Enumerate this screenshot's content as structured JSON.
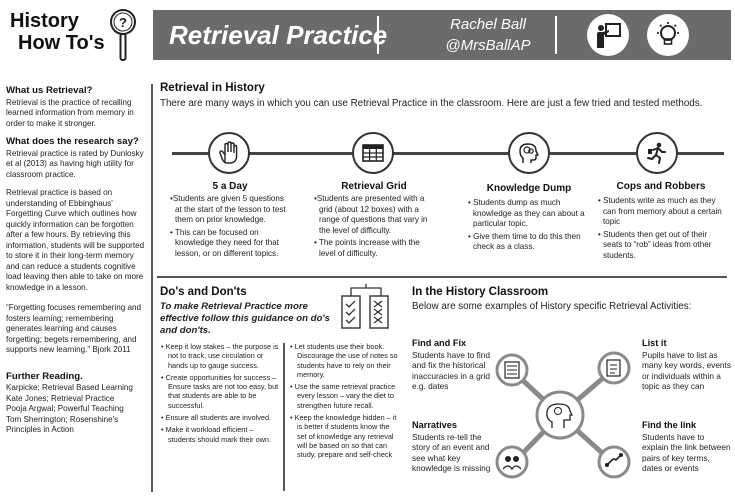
{
  "header": {
    "brand_line1": "History",
    "brand_line2": "How To's",
    "title": "Retrieval Practice",
    "author": "Rachel Ball",
    "handle": "@MrsBallAP"
  },
  "sidebar": {
    "sections": [
      {
        "heading": "What us Retrieval?",
        "body": "Retrieval is the practice of recalling learned information from memory in order to make it stronger."
      },
      {
        "heading": "What does the research say?",
        "body": "Retrieval practice is rated by Dunlosky et al (2013) as having high utility for classroom practice."
      },
      {
        "heading": "",
        "body": "Retrieval practice is based on understanding  of Ebbinghaus' Forgetting Curve which outlines how quickly information  can be forgotten after a few hours. By retrieving this information,  students will be supported to store it in their long-term memory and can reduce a students cognitive load leaving then able to take on more knowledge in a lesson."
      },
      {
        "heading": "",
        "body": "“Forgetting focuses remembering and fosters  learning; remembering generates learning and causes forgetting; begets remembering, and supports new learning.” Bjork 2011"
      }
    ],
    "reading_heading": "Further Reading",
    "reading": [
      "Karpicke; Retrieval Based Learning",
      "Kate Jones; Retrieval Practice",
      "Pooja Argwal; Powerful Teaching",
      "Tom Sherrington;  Rosenshine's Principles in Action"
    ]
  },
  "history": {
    "heading": "Retrieval in History",
    "intro": "There are many ways in which you can use Retrieval Practice in the classroom. Here are just a few tried and tested methods.",
    "methods": [
      {
        "title": "5 a Day",
        "icon": "hand-icon",
        "points": [
          "•Students are given 5 questions at the start of the lesson to test them on prior knowledge.",
          "• This can be focused on knowledge they need for that lesson, or on different topics."
        ]
      },
      {
        "title": "Retrieval Grid",
        "icon": "grid-icon",
        "points": [
          "•Students are presented with a grid (about 12 boxes) with a range of questions that vary in the level of difficulty.",
          "• The points increase with the level of difficulty."
        ]
      },
      {
        "title": "Knowledge Dump",
        "icon": "brain-head-icon",
        "points": [
          "• Students dump as much knowledge as they can about a particular topic.",
          "• Give them time to do this then check as a class."
        ]
      },
      {
        "title": "Cops and Robbers",
        "icon": "running-robber-icon",
        "points": [
          "• Students write as much as they can from memory about a certain topic",
          "• Students then get out of their seats to “rob” ideas from other students."
        ]
      }
    ]
  },
  "dos": {
    "heading": "Do's and Don'ts",
    "subtitle": "To make Retrieval Practice more effective follow this guidance on do's and don'ts.",
    "left": [
      "•  Keep it low stakes – the purpose is not to track, use circulation or hands up to gauge success.",
      "• Create opportunities for success – Ensure tasks are not too easy, but that students are able to be successful.",
      "•  Ensure all students are involved.",
      "•  Make it workload efficient – students should mark their own."
    ],
    "right": [
      "•  Let students use their book. Discourage the use of notes so students have to rely on their memory.",
      "•  Use the same retrieval practice every lesson – vary the diet to strengthen future recall.",
      "•  Keep the knowledge hidden – it is better if students know the set of knowledge any retrieval will be based on so that can study, prepare and self-check"
    ]
  },
  "classroom": {
    "heading": "In the History Classroom",
    "intro": "Below are some examples of History specific Retrieval Activities:",
    "activities": [
      {
        "title": "Find and Fix",
        "body": "Students have to find and fix the historical inaccuracies  in a grid e.g. dates"
      },
      {
        "title": "List it",
        "body": "Pupils have to list as many key words, events or individuals within  a topic as they can"
      },
      {
        "title": "Narratives",
        "body": "Students re-tell the story of an event and see what key knowledge is missing"
      },
      {
        "title": "Find the link",
        "body": "Students have to explain the link between pairs of key terms, dates or events"
      }
    ]
  }
}
